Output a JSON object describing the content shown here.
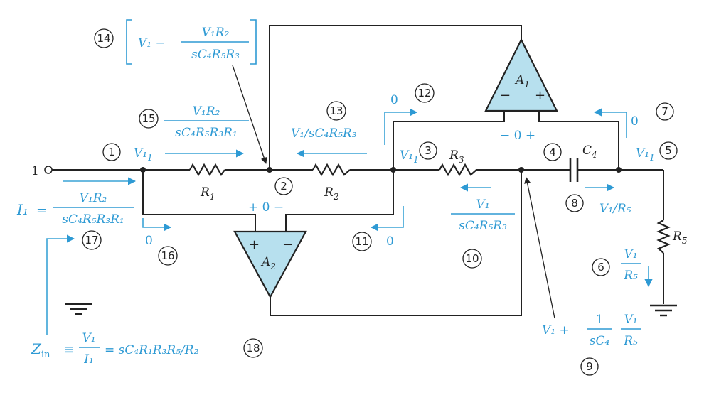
{
  "components": {
    "r1": "R",
    "r1_sub": "1",
    "r2": "R",
    "r2_sub": "2",
    "r3": "R",
    "r3_sub": "3",
    "r5": "R",
    "r5_sub": "5",
    "c4": "C",
    "c4_sub": "4",
    "a1": "A",
    "a1_sub": "1",
    "a2": "A",
    "a2_sub": "2",
    "a1_minus": "−",
    "a1_plus": "+",
    "a2_minus": "−",
    "a2_plus": "+",
    "input_one": "1"
  },
  "steps": [
    "1",
    "2",
    "3",
    "4",
    "5",
    "6",
    "7",
    "8",
    "9",
    "10",
    "11",
    "12",
    "13",
    "14",
    "15",
    "16",
    "17",
    "18"
  ],
  "annotations": {
    "v1": "V₁",
    "v1_sub": "1",
    "zero": "0",
    "a1_diff": "− 0 +",
    "a2_diff": "+ 0 −",
    "i1_label": "I",
    "i1_sub": "1",
    "eq": "=",
    "frac_top": "V₁R₂",
    "frac_bot_r1": "sC₄R₅R₃R₁",
    "frac_bot": "sC₄R₅R₃",
    "v1_over_scr": "V₁/sC₄R₅R₃",
    "v1_over_r5": "V₁/R₅",
    "r5_sym": "R₅",
    "one": "1",
    "sc4": "sC₄",
    "step9_expr_lead": "V₁  +",
    "step14_lead": "V₁  −",
    "zin_lead": "Z",
    "zin_sub": "in",
    "zin_equiv": "≡",
    "zin_result": "= sC₄R₁R₃R₅/R₂",
    "i1_sym": "I₁"
  },
  "colors": {
    "accent": "#2e9ad4",
    "opamp_fill": "#b7e0ee",
    "wire": "#222222"
  }
}
